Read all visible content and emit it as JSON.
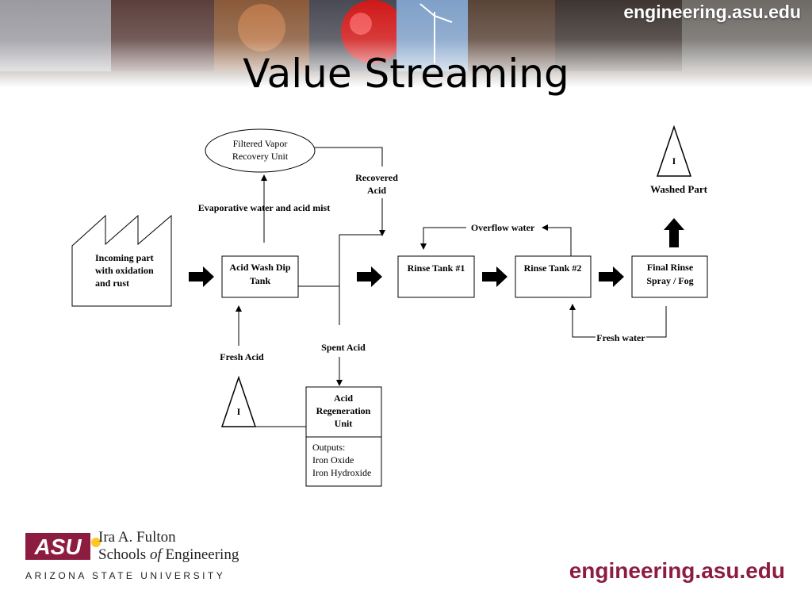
{
  "header": {
    "site": "engineering.asu.edu",
    "title": "Value Streaming"
  },
  "diagram": {
    "factory": [
      "Incoming part",
      "with oxidation",
      "and rust"
    ],
    "acid_wash": [
      "Acid Wash Dip",
      "Tank"
    ],
    "vapor_unit": [
      "Filtered Vapor",
      "Recovery Unit"
    ],
    "evaporative": "Evaporative water and acid mist",
    "recovered_acid": [
      "Recovered",
      "Acid"
    ],
    "rinse1": "Rinse Tank #1",
    "rinse2": "Rinse Tank #2",
    "final_rinse": [
      "Final Rinse",
      "Spray / Fog"
    ],
    "overflow": "Overflow water",
    "fresh_water": "Fresh water",
    "washed_part": "Washed Part",
    "inventory_symbol": "I",
    "fresh_acid": "Fresh Acid",
    "spent_acid": "Spent Acid",
    "regen_unit": [
      "Acid",
      "Regeneration",
      "Unit"
    ],
    "outputs": [
      "Outputs:",
      "Iron Oxide",
      "Iron Hydroxide"
    ]
  },
  "footer": {
    "logo_mark": "ASU",
    "school_line1": "Ira A. Fulton",
    "school_line2_a": "Schools ",
    "school_line2_of": "of",
    "school_line2_b": " Engineering",
    "university": "ARIZONA STATE UNIVERSITY",
    "site": "engineering.asu.edu"
  },
  "colors": {
    "asu_maroon": "#8c1d40",
    "asu_gold": "#ffc627"
  }
}
